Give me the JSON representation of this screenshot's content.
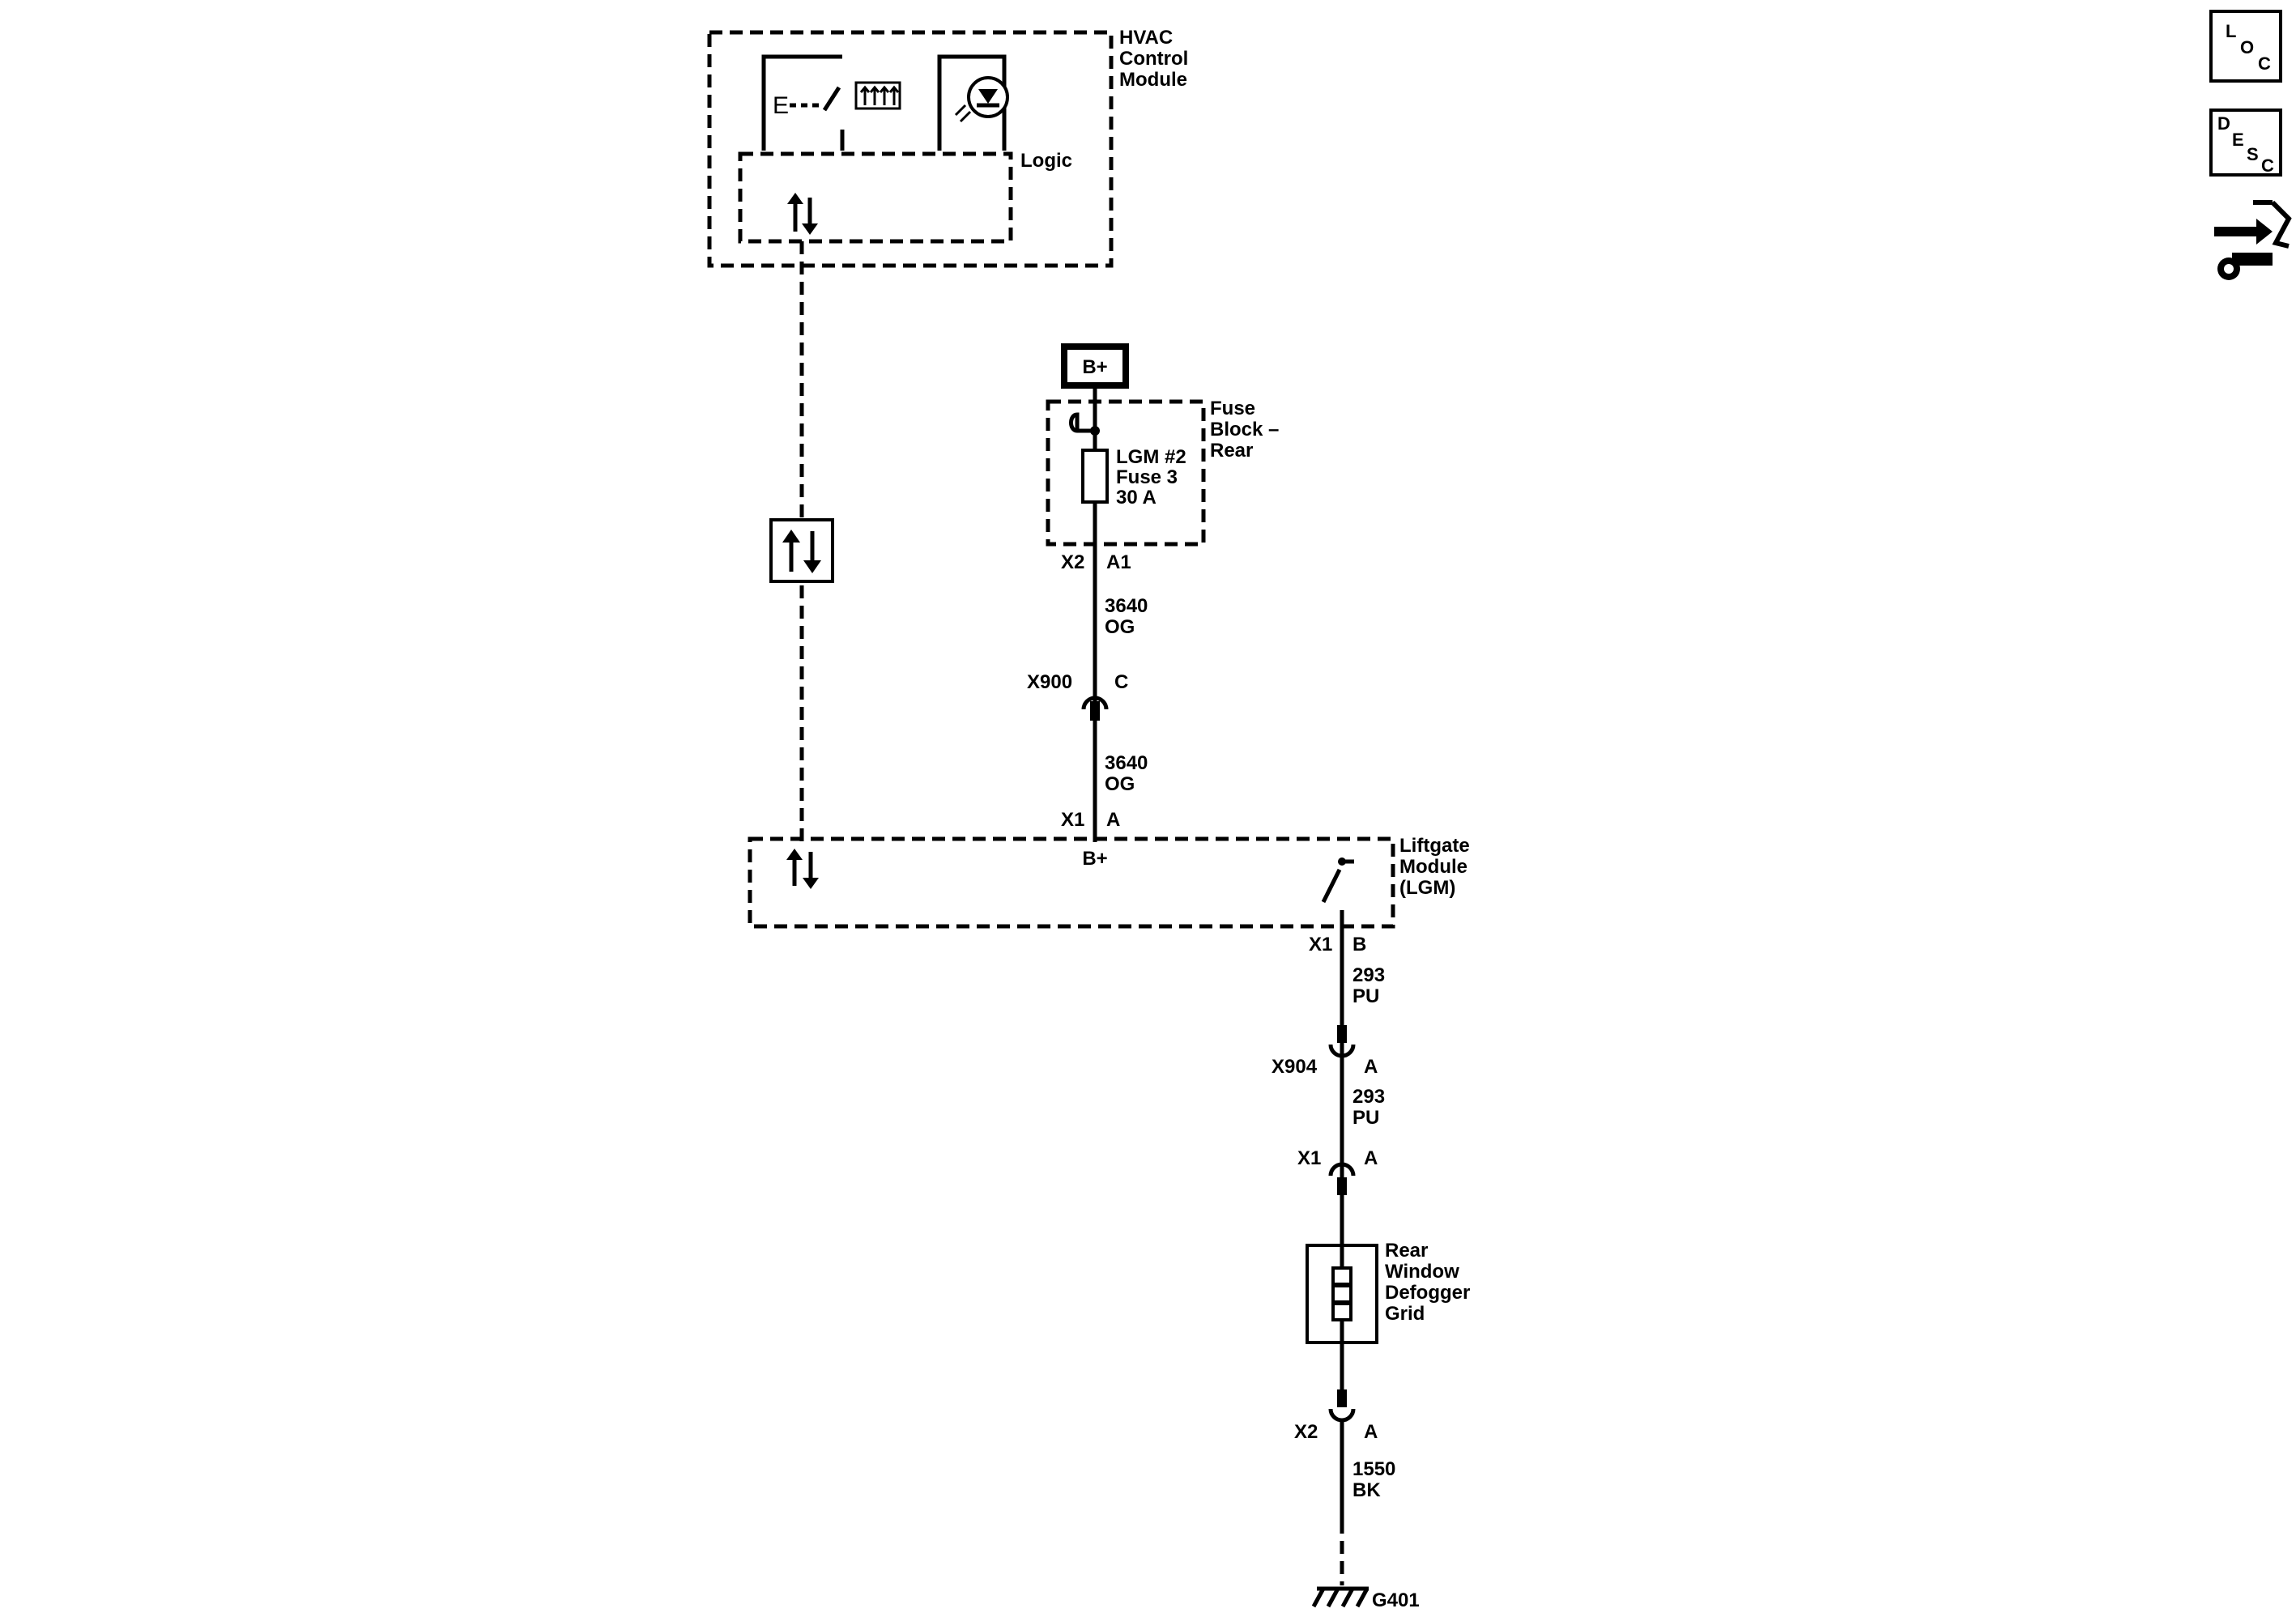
{
  "components": {
    "hvac_module": {
      "name_lines": [
        "HVAC",
        "Control",
        "Module"
      ],
      "logic_label": "Logic"
    },
    "fuse_block": {
      "name_lines": [
        "Fuse",
        "Block –",
        "Rear"
      ],
      "fuse_lines": [
        "LGM #2",
        "Fuse 3",
        "30 A"
      ],
      "connector": "X2",
      "pin": "A1"
    },
    "battery": {
      "label": "B+"
    },
    "liftgate_module": {
      "name_lines": [
        "Liftgate",
        "Module",
        "(LGM)"
      ],
      "bplus_label": "B+",
      "in_connector": "X1",
      "in_pin": "A",
      "out_connector": "X1",
      "out_pin": "B"
    },
    "defogger": {
      "name_lines": [
        "Rear",
        "Window",
        "Defogger",
        "Grid"
      ],
      "in_connector": "X1",
      "in_pin": "A",
      "out_connector": "X2",
      "out_pin": "A"
    },
    "ground": {
      "label": "G401"
    }
  },
  "connectors": {
    "x900": {
      "name": "X900",
      "pin": "C"
    },
    "x904": {
      "name": "X904",
      "pin": "A"
    }
  },
  "wires": {
    "w1": {
      "circuit": "3640",
      "color": "OG"
    },
    "w2": {
      "circuit": "3640",
      "color": "OG"
    },
    "w3": {
      "circuit": "293",
      "color": "PU"
    },
    "w4": {
      "circuit": "293",
      "color": "PU"
    },
    "w5": {
      "circuit": "1550",
      "color": "BK"
    }
  },
  "side_icons": {
    "loc": {
      "letters": [
        "L",
        "O",
        "C"
      ]
    },
    "desc": {
      "letters": [
        "D",
        "E",
        "S",
        "C"
      ]
    },
    "tool": {
      "icon": "connector-tool-icon"
    }
  }
}
